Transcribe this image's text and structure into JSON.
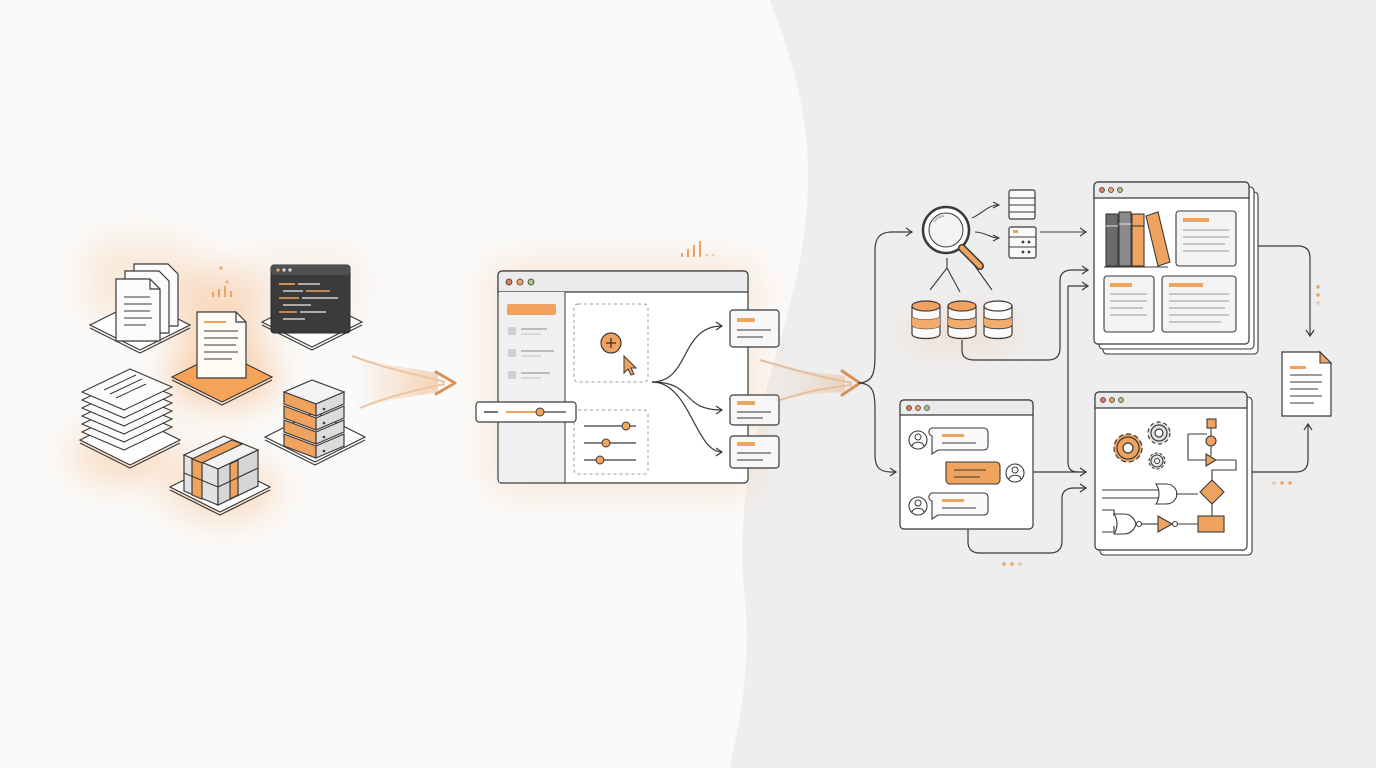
{
  "colors": {
    "accent": "#f0a35e",
    "accent_dark": "#e07f2e",
    "accent_light": "#fbd9b6",
    "stroke": "#3a3a3a",
    "panel": "#ffffff",
    "panel_gray": "#ebebeb",
    "background_left": "#fafafa",
    "background_right": "#ececed",
    "code_window": "#3b3b3b"
  },
  "sources": {
    "items": [
      {
        "name": "document-stack-icon"
      },
      {
        "name": "highlighted-document-icon"
      },
      {
        "name": "code-window-icon"
      },
      {
        "name": "paper-stack-icon"
      },
      {
        "name": "archive-box-icon"
      },
      {
        "name": "server-stack-icon"
      }
    ]
  },
  "builder": {
    "window_dots": [
      "close",
      "minimize",
      "maximize"
    ],
    "sidebar_items": 3,
    "add_icon": "plus-circle-icon",
    "cursor_icon": "cursor-icon",
    "slider_icon": "slider-control-icon",
    "outputs": 3
  },
  "retrieval": {
    "search_icon": "magnifier-icon",
    "database_count": 3,
    "result_icons": [
      "document-icon",
      "server-icon"
    ]
  },
  "chat": {
    "messages": [
      {
        "side": "left",
        "highlight": false
      },
      {
        "side": "right",
        "highlight": true
      },
      {
        "side": "left",
        "highlight": false
      }
    ]
  },
  "knowledge_window": {
    "books_icon": "books-icon",
    "cards": 3
  },
  "logic_window": {
    "gears_icon": "gears-icon",
    "flow_icon": "flowchart-icon"
  },
  "result": {
    "icon": "output-document-icon"
  }
}
